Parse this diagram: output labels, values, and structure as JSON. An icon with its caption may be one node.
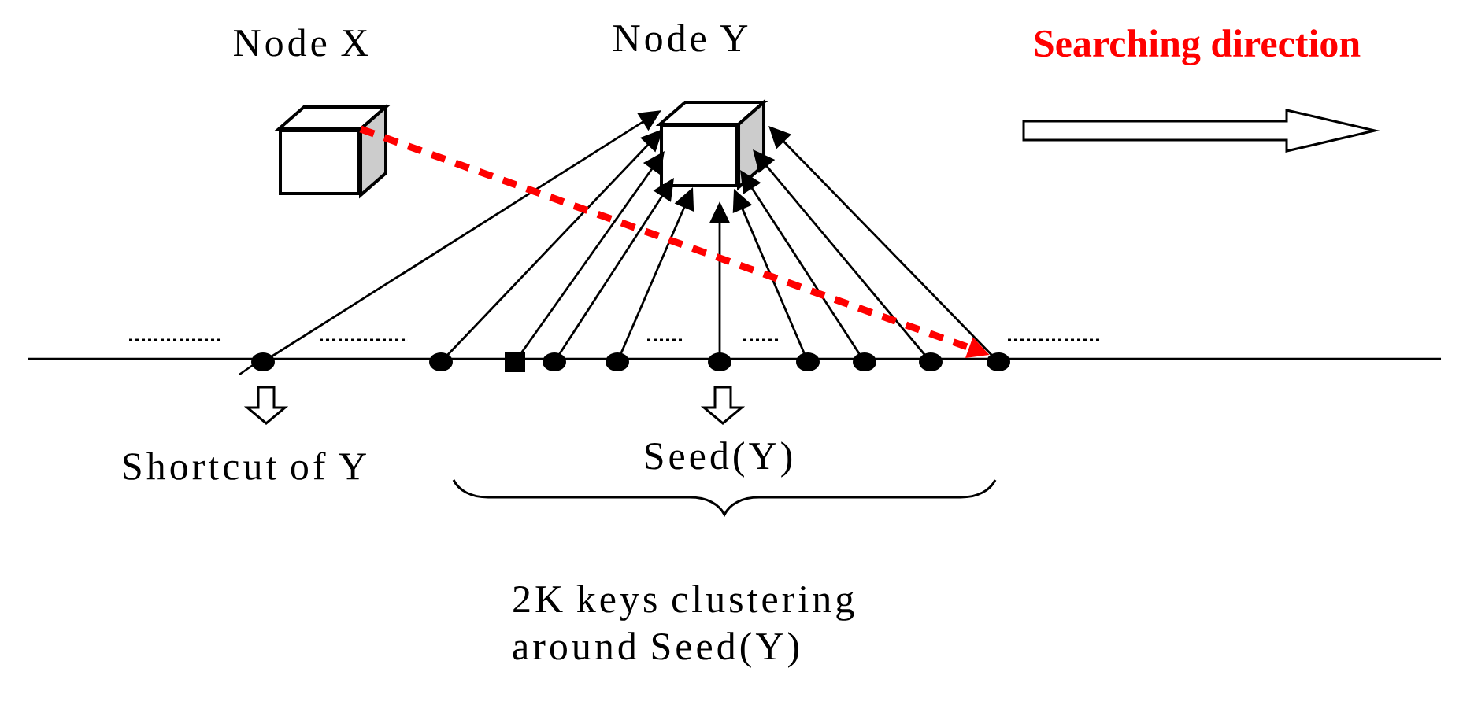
{
  "diagram": {
    "nodes": [
      {
        "text": [
          "Node X"
        ]
      },
      {
        "text": [
          "Node Y"
        ]
      },
      {
        "text": [],
        "shape": "circle"
      },
      {
        "text": [],
        "shape": "circle"
      },
      {
        "text": [],
        "shape": "box"
      },
      {
        "text": [],
        "shape": "circle"
      },
      {
        "text": [],
        "shape": "circle"
      },
      {
        "text": [],
        "shape": "circle"
      },
      {
        "text": [],
        "shape": "circle"
      },
      {
        "text": [],
        "shape": "circle"
      },
      {
        "text": [],
        "shape": "circle"
      },
      {
        "text": [],
        "shape": "circle"
      }
    ],
    "edges": [
      {
        "from": 2,
        "to": 1,
        "arrow": "to"
      },
      {
        "from": 3,
        "to": 1,
        "arrow": "to"
      },
      {
        "from": 4,
        "to": 1,
        "arrow": "to"
      },
      {
        "from": 5,
        "to": 1,
        "arrow": "to"
      },
      {
        "from": 6,
        "to": 1,
        "arrow": "to"
      },
      {
        "from": 7,
        "to": 1,
        "arrow": "to"
      },
      {
        "from": 8,
        "to": 1,
        "arrow": "to"
      },
      {
        "from": 9,
        "to": 1,
        "arrow": "to"
      },
      {
        "from": 10,
        "to": 1,
        "arrow": "to"
      },
      {
        "from": 11,
        "to": 1,
        "arrow": "to"
      },
      {
        "from": 0,
        "to": 11,
        "arrow": "to",
        "style": "dashed",
        "color": "#ff0000"
      }
    ],
    "labels": [
      "Searching direction",
      "Shortcut of Y",
      "Seed(Y)",
      "2K keys clustering around Seed(Y)"
    ]
  }
}
